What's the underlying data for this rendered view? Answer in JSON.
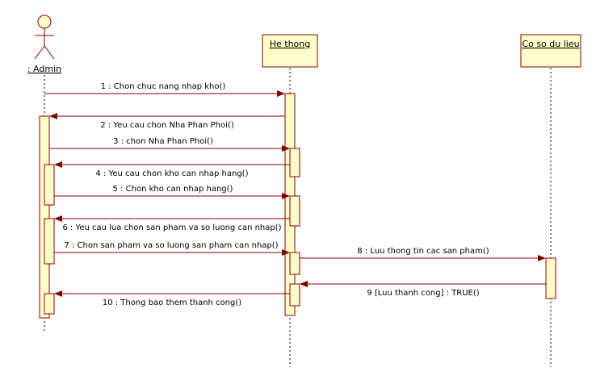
{
  "actor": {
    "name": ": Admin"
  },
  "objects": [
    {
      "id": "system",
      "name": "He thong"
    },
    {
      "id": "db",
      "name": "Co so du lieu"
    }
  ],
  "colors": {
    "box_fill": "#ffffcc",
    "box_stroke": "#8b0000",
    "arrow": "#800000",
    "lifeline": "#000000"
  },
  "messages": [
    {
      "no": 1,
      "label": "1 : Chon chuc nang nhap kho()"
    },
    {
      "no": 2,
      "label": "2 : Yeu cau chon Nha Phan Phoi()"
    },
    {
      "no": 3,
      "label": "3 : chon Nha Phan Phoi()"
    },
    {
      "no": 4,
      "label": "4 : Yeu cau chon kho can nhap hang()"
    },
    {
      "no": 5,
      "label": "5 : Chon kho can nhap hang()"
    },
    {
      "no": 6,
      "label": "6 : Yeu cau lua chon san pham va so luong can nhap()"
    },
    {
      "no": 7,
      "label": "7 : Chon san pham va so luong san pham can nhap()"
    },
    {
      "no": 8,
      "label": "8 : Luu thong tin cac san pham()"
    },
    {
      "no": 9,
      "label": "9 [Luu thanh cong] : TRUE()"
    },
    {
      "no": 10,
      "label": "10 : Thong bao them thanh cong()"
    }
  ]
}
